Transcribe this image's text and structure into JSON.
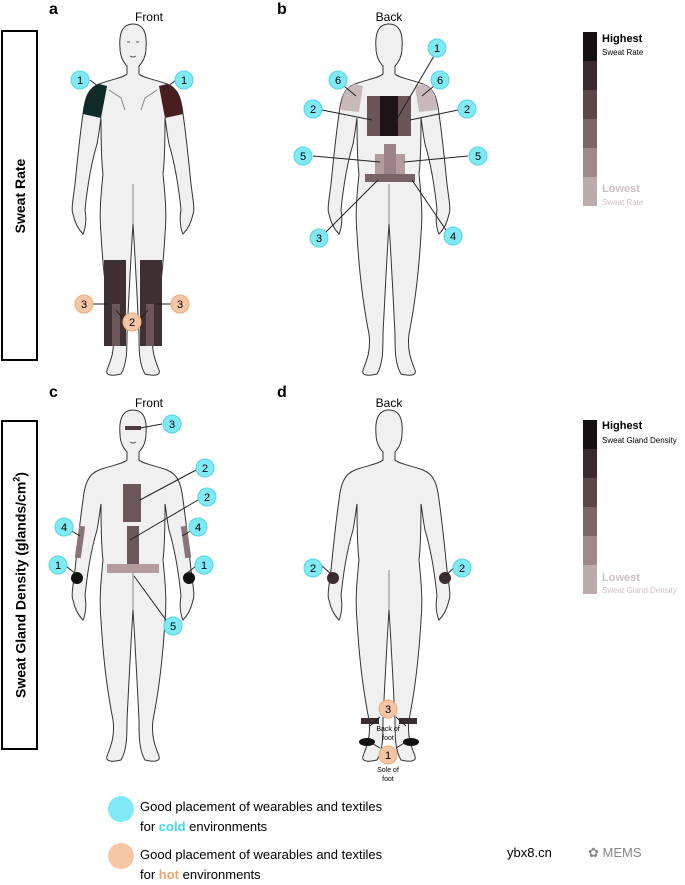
{
  "panels": {
    "a": {
      "letter": "a",
      "view": "Front"
    },
    "b": {
      "letter": "b",
      "view": "Back"
    },
    "c": {
      "letter": "c",
      "view": "Front"
    },
    "d": {
      "letter": "d",
      "view": "Back"
    }
  },
  "row_labels": {
    "sweat_rate": "Sweat Rate",
    "gland_density_main": "Sweat Gland Density (glands/cm",
    "gland_density_sup": "2",
    "gland_density_end": ")"
  },
  "scales": {
    "sweat_rate": {
      "highest": "Highest",
      "highest_sub": "Sweat Rate",
      "lowest": "Lowest",
      "lowest_sub": "Sweat Rate"
    },
    "gland_density": {
      "highest": "Highest",
      "highest_sub": "Sweat Gland Density",
      "lowest": "Lowest",
      "lowest_sub": "Sweat Gland Density"
    }
  },
  "scale_colors": [
    "#151012",
    "#3a2a2e",
    "#5d4649",
    "#7e6367",
    "#9f878b",
    "#bdaaad",
    "#d8cccd"
  ],
  "markers": {
    "a": [
      "1",
      "1",
      "3",
      "3",
      "2"
    ],
    "b": [
      "1",
      "6",
      "6",
      "2",
      "2",
      "5",
      "5",
      "3",
      "4"
    ],
    "c": [
      "3",
      "2",
      "2",
      "4",
      "4",
      "1",
      "1",
      "5"
    ],
    "d": [
      "2",
      "2",
      "3",
      "1"
    ]
  },
  "foot_labels": {
    "back_line1": "Back of",
    "back_line2": "foot",
    "sole_line1": "Sole of",
    "sole_line2": "foot"
  },
  "legend": {
    "cold_line1": "Good placement of wearables and textiles",
    "cold_pre": "for ",
    "cold_word": "cold",
    "cold_post": " environments",
    "hot_line1": "Good placement of wearables and textiles",
    "hot_pre": "for ",
    "hot_word": "hot",
    "hot_post": " environments"
  },
  "colors": {
    "cold": "#7fe9f5",
    "hot": "#f5c6a3",
    "body": "#f0f0f0"
  },
  "watermark": {
    "site": "ybx8.cn",
    "brand": "MEMS"
  }
}
